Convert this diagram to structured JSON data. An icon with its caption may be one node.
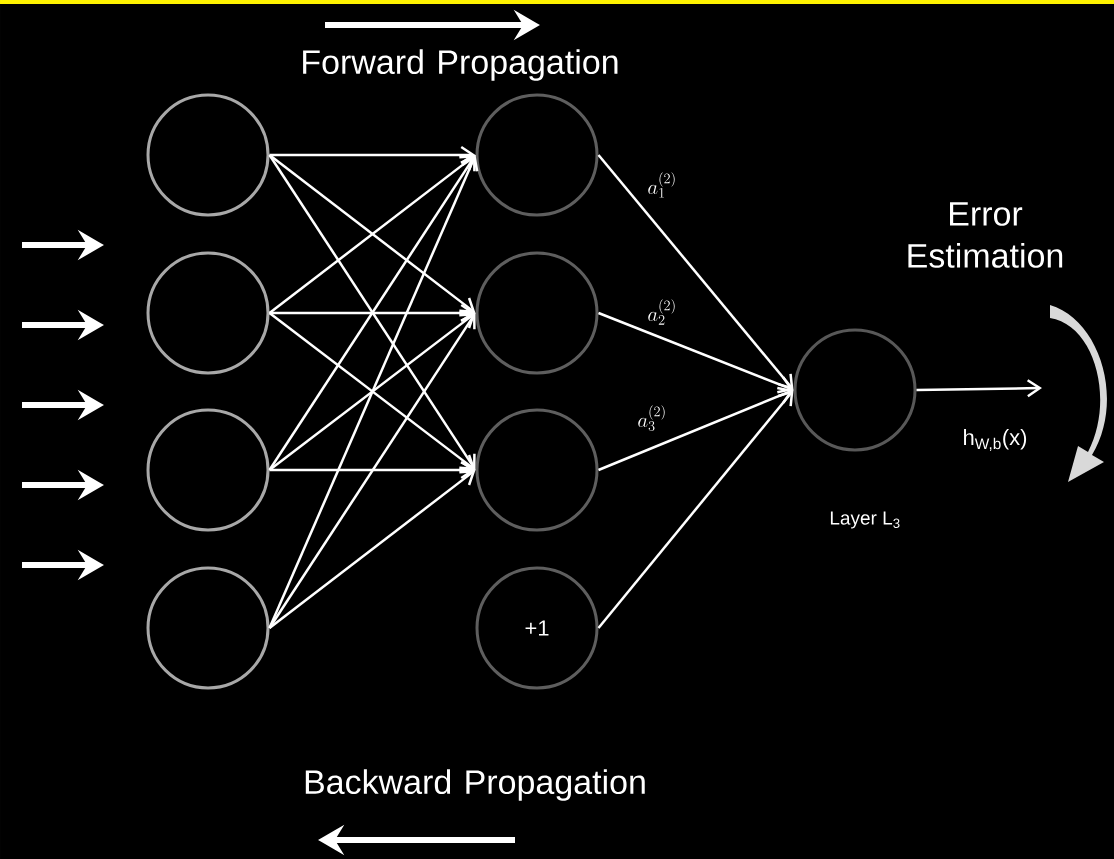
{
  "diagram": {
    "nodes": [
      {
        "text": [],
        "shape": "circle"
      },
      {
        "text": [],
        "shape": "circle"
      },
      {
        "text": [],
        "shape": "circle"
      },
      {
        "text": [],
        "shape": "circle"
      },
      {
        "text": [],
        "shape": "circle"
      },
      {
        "text": [],
        "shape": "circle"
      },
      {
        "text": [],
        "shape": "circle"
      },
      {
        "text": [
          "+1"
        ]
      },
      {
        "text": [],
        "shape": "circle",
        "beside": [
          "Layer L$_{3}$"
        ]
      }
    ],
    "edges": [
      {
        "from": 0,
        "to": 4,
        "arrow": "to"
      },
      {
        "from": 0,
        "to": 5,
        "arrow": "to"
      },
      {
        "from": 0,
        "to": 6,
        "arrow": "to"
      },
      {
        "from": 1,
        "to": 4,
        "arrow": "to"
      },
      {
        "from": 1,
        "to": 5,
        "arrow": "to"
      },
      {
        "from": 1,
        "to": 6,
        "arrow": "to"
      },
      {
        "from": 2,
        "to": 4,
        "arrow": "to"
      },
      {
        "from": 2,
        "to": 5,
        "arrow": "to"
      },
      {
        "from": 2,
        "to": 6,
        "arrow": "to"
      },
      {
        "from": 3,
        "to": 4,
        "arrow": "to"
      },
      {
        "from": 3,
        "to": 5,
        "arrow": "to"
      },
      {
        "from": 3,
        "to": 6,
        "arrow": "to"
      },
      {
        "from": 4,
        "to": 8,
        "arrow": "to",
        "label": "a_1^{(2)}"
      },
      {
        "from": 5,
        "to": 8,
        "arrow": "to",
        "label": "a_2^{(2)}"
      },
      {
        "from": 6,
        "to": 8,
        "arrow": "to",
        "label": "a_3^{(2)}"
      },
      {
        "from": 7,
        "to": 8,
        "arrow": "to"
      },
      {
        "from": 8,
        "to": null,
        "arrow": "to",
        "label": "h$_{W,b}$(x)"
      }
    ],
    "labels": [
      "Forward Propagation",
      "Error Estimation",
      "Backward Propagation"
    ]
  }
}
